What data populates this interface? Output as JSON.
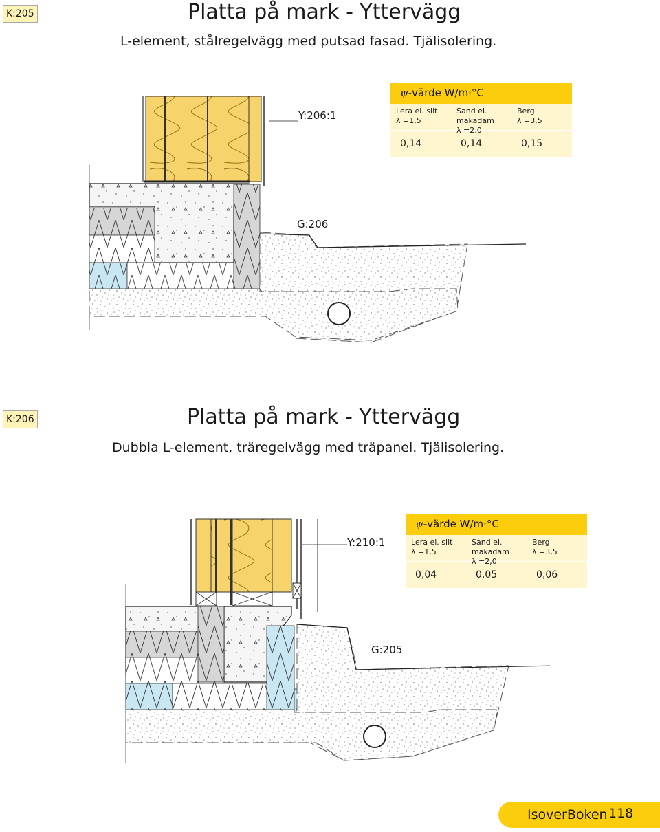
{
  "sections": [
    {
      "code": "K:205",
      "title": "Platta på mark - Yttervägg",
      "subtitle": "L-element, stålregelvägg med putsad fasad. Tjälisolering.",
      "detail_label": "Y:206:1",
      "ground_label": "G:206",
      "psi": {
        "symbol": "ψ",
        "header": "-värde W/m·°C",
        "columns": [
          {
            "name": "Lera el. silt",
            "lambda": "λ =1,5",
            "value": "0,14"
          },
          {
            "name": "Sand el. makadam",
            "lambda": "λ =2,0",
            "value": "0,14"
          },
          {
            "name": "Berg",
            "lambda": "λ =3,5",
            "value": "0,15"
          }
        ]
      }
    },
    {
      "code": "K:206",
      "title": "Platta på mark - Yttervägg",
      "subtitle": "Dubbla L-element, träregelvägg med träpanel. Tjälisolering.",
      "detail_label": "Y:210:1",
      "ground_label": "G:205",
      "psi": {
        "symbol": "ψ",
        "header": "-värde W/m·°C",
        "columns": [
          {
            "name": "Lera el. silt",
            "lambda": "λ =1,5",
            "value": "0,04"
          },
          {
            "name": "Sand el. makadam",
            "lambda": "λ =2,0",
            "value": "0,05"
          },
          {
            "name": "Berg",
            "lambda": "λ =3,5",
            "value": "0,06"
          }
        ]
      }
    }
  ],
  "footer": {
    "brand": "IsoverBoken",
    "page": "118"
  },
  "colors": {
    "accent_yellow": "#fccd0c",
    "table_bg": "#fff6d0",
    "badge_bg": "#fff4b8",
    "insulation_yellow": "#f6d36b",
    "frost_insulation_blue": "#c9e7f3",
    "eps_grey": "#d6d6d6"
  }
}
